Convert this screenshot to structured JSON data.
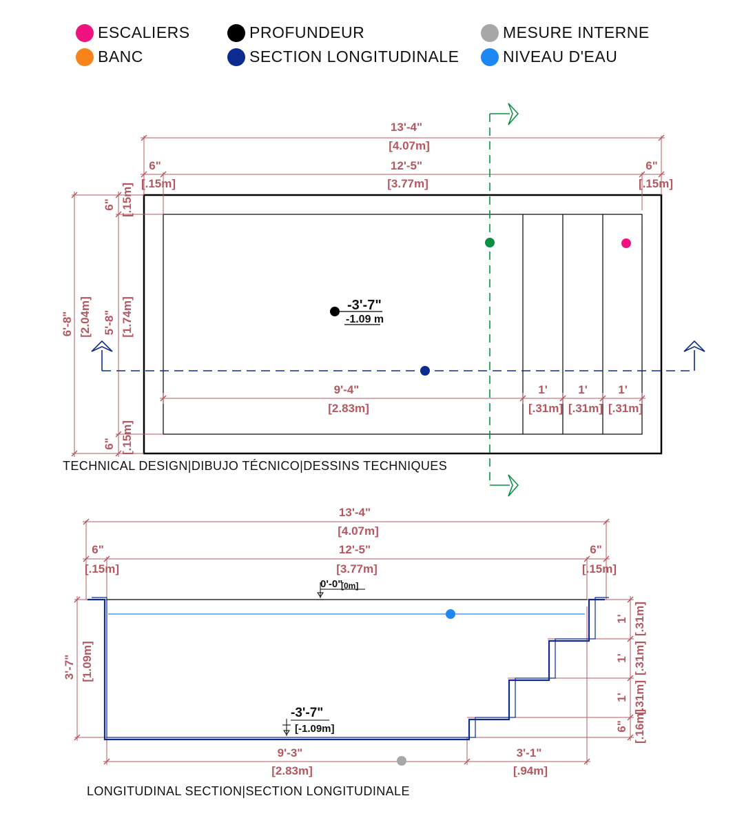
{
  "legend": [
    {
      "label": "ESCALIERS",
      "color": "#f0137f"
    },
    {
      "label": "BANC",
      "color": "#f7841a"
    },
    {
      "label": "PROFUNDEUR",
      "color": "#000000"
    },
    {
      "label": "SECTION LONGITUDINALE",
      "color": "#0d2a8f"
    },
    {
      "label": "MESURE INTERNE",
      "color": "#a7a7a7"
    },
    {
      "label": "NIVEAU D'EAU",
      "color": "#1e88f2"
    }
  ],
  "plan": {
    "caption": "TECHNICAL DESIGN|DIBUJO TÉCNICO|DESSINS TECHNIQUES",
    "overall_length": "13'-4\"",
    "overall_length_m": "[4.07m]",
    "inner_length": "12'-5\"",
    "inner_length_m": "[3.77m]",
    "wall_left": "6\"",
    "wall_left_m": "[.15m]",
    "wall_right": "6\"",
    "wall_right_m": "[.15m]",
    "overall_width": "6'-8\"",
    "overall_width_m": "[2.04m]",
    "inner_width": "5'-8\"",
    "inner_width_m": "[1.74m]",
    "wall_top": "6\"",
    "wall_top_m": "[.15m]",
    "wall_bottom": "6\"",
    "wall_bottom_m": "[.15m]",
    "depth": "-3'-7\"",
    "depth_m": "-1.09 m",
    "floor_length": "9'-4\"",
    "floor_length_m": "[2.83m]",
    "step1": "1'",
    "step1_m": "[.31m]",
    "step2": "1'",
    "step2_m": "[.31m]",
    "step3": "1'",
    "step3_m": "[.31m]"
  },
  "section": {
    "caption": "LONGITUDINAL SECTION|SECTION LONGITUDINALE",
    "overall_length": "13'-4\"",
    "overall_length_m": "[4.07m]",
    "inner_length": "12'-5\"",
    "inner_length_m": "[3.77m]",
    "wall_left": "6\"",
    "wall_left_m": "[.15m]",
    "wall_right": "6\"",
    "wall_right_m": "[.15m]",
    "top_level": "0'-0\"",
    "top_level_m": "[0m]",
    "depth_level": "-3'-7\"",
    "depth_level_m": "[-1.09m]",
    "height": "3'-7\"",
    "height_m": "[1.09m]",
    "floor_length": "9'-3\"",
    "floor_length_m": "[2.83m]",
    "stairs_length": "3'-1\"",
    "stairs_length_m": "[.94m]",
    "riser1": "1'",
    "riser1_m": "[.31m]",
    "riser2": "1'",
    "riser2_m": "[.31m]",
    "riser3": "1'",
    "riser3_m": "[.31m]",
    "riser4": "6\"",
    "riser4_m": "[.16m]"
  },
  "colors": {
    "dimension": "#b5575f",
    "green_section": "#0a8f44",
    "blue_section": "#0d2a8f",
    "water_line": "#1e88f2"
  }
}
